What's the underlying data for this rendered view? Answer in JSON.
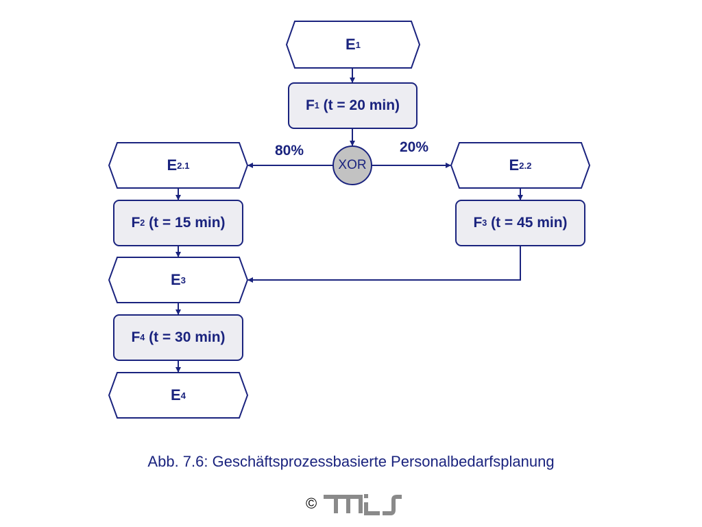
{
  "events": {
    "e1": {
      "main": "E",
      "sub": "1"
    },
    "e21": {
      "main": "E",
      "sub": "2.1"
    },
    "e22": {
      "main": "E",
      "sub": "2.2"
    },
    "e3": {
      "main": "E",
      "sub": "3"
    },
    "e4": {
      "main": "E",
      "sub": "4"
    }
  },
  "functions": {
    "f1": {
      "main": "F",
      "sub": "1",
      "rest": " (t = 20 min)"
    },
    "f2": {
      "main": "F",
      "sub": "2",
      "rest": " (t = 15 min)"
    },
    "f3": {
      "main": "F",
      "sub": "3",
      "rest": " (t = 45 min)"
    },
    "f4": {
      "main": "F",
      "sub": "4",
      "rest": " (t = 30 min)"
    }
  },
  "connector": {
    "label": "XOR"
  },
  "branches": {
    "left": "80%",
    "right": "20%"
  },
  "caption": "Abb. 7.6: Geschäftsprozessbasierte Personalbedarfsplanung",
  "copyright": {
    "symbol": "©"
  },
  "colors": {
    "stroke": "#1a237e",
    "func_fill": "#ededf2",
    "xor_fill": "#c2c2c2"
  }
}
